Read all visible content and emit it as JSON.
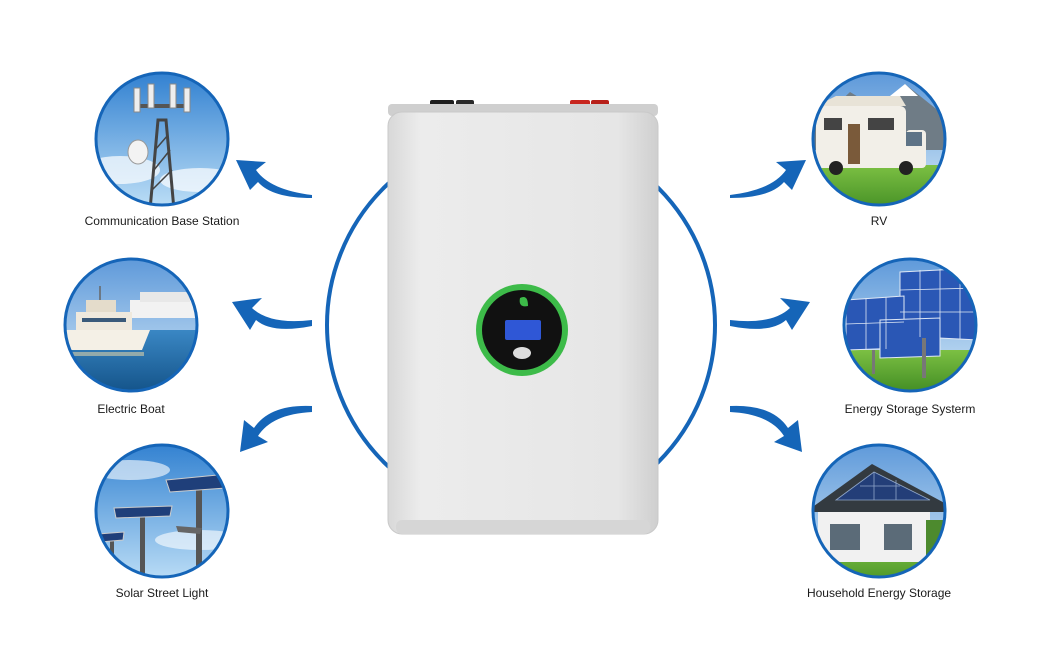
{
  "colors": {
    "accent_blue": "#1565b8",
    "battery_body": "#e8e8e8",
    "display_ring": "#3dbb49",
    "display_screen": "#2f57d6",
    "terminal_black": "#222222",
    "terminal_red": "#c8261f"
  },
  "applications": [
    {
      "id": "communication-base-station",
      "label": "Communication Base Station",
      "icon": "cell-tower-icon"
    },
    {
      "id": "electric-boat",
      "label": "Electric Boat",
      "icon": "boat-icon"
    },
    {
      "id": "solar-street-light",
      "label": "Solar Street Light",
      "icon": "street-light-icon"
    },
    {
      "id": "rv",
      "label": "RV",
      "icon": "rv-icon"
    },
    {
      "id": "energy-storage-system",
      "label": "Energy Storage Systerm",
      "icon": "solar-panel-icon"
    },
    {
      "id": "household-energy-storage",
      "label": "Household Energy Storage",
      "icon": "house-solar-icon"
    }
  ]
}
